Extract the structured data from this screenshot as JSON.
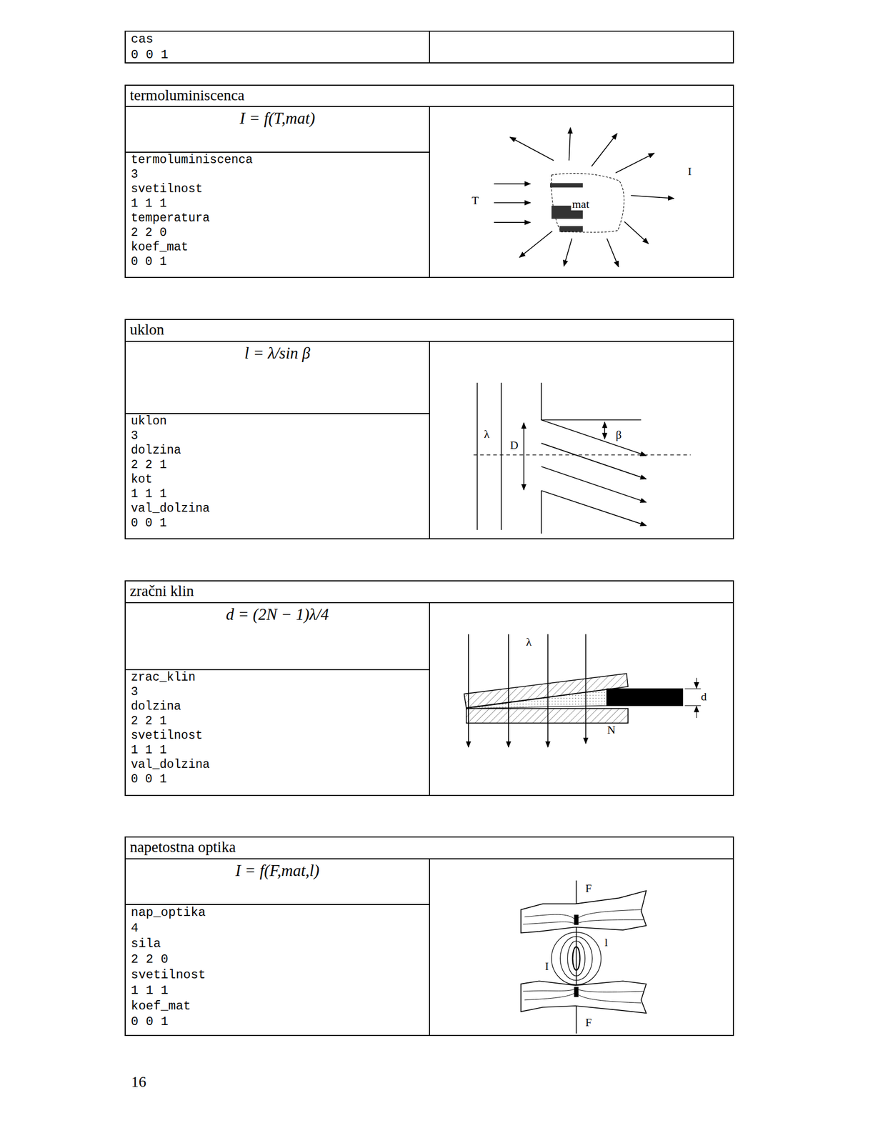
{
  "diagram": {
    "nodes": [
      {
        "text": [
          "cas",
          "0 0 1"
        ]
      },
      {
        "text": [
          "termoluminiscenca"
        ]
      },
      {
        "text": [
          "I = f(T,mat)",
          "termoluminiscenca",
          "3",
          "svetilnost",
          "1 1 1",
          "temperatura",
          "2 2 0",
          "koef_mat",
          "0 0 1"
        ],
        "in": 1
      },
      {
        "text": [
          "uklon"
        ]
      },
      {
        "text": [
          "l = λ/sin β",
          "uklon",
          "3",
          "dolzina",
          "2 2 1",
          "kot",
          "1 1 1",
          "val_dolzina",
          "0 0 1"
        ],
        "in": 3
      },
      {
        "text": [
          "zračni klin"
        ]
      },
      {
        "text": [
          "d = (2N − 1)λ/4",
          "zrac_klin",
          "3",
          "dolzina",
          "2 2 1",
          "svetilnost",
          "1 1 1",
          "val_dolzina",
          "0 0 1"
        ],
        "in": 5
      },
      {
        "text": [
          "napetostna optika"
        ]
      },
      {
        "text": [
          "I = f(F,mat,l)",
          "nap_optika",
          "4",
          "sila",
          "2 2 0",
          "svetilnost",
          "1 1 1",
          "koef_mat",
          "0 0 1"
        ],
        "in": 7
      }
    ],
    "labels": [
      "T",
      "mat",
      "I",
      "λ",
      "D",
      "β",
      "λ",
      "d",
      "N",
      "F",
      "l",
      "I",
      "F",
      "16"
    ]
  }
}
